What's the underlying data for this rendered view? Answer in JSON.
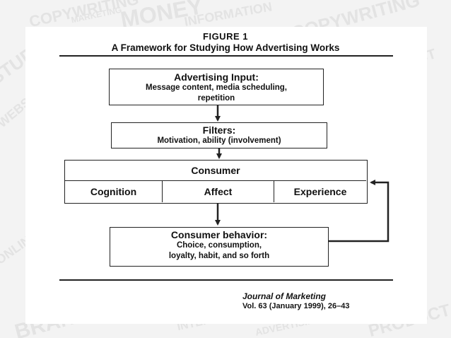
{
  "figure": {
    "label": "FIGURE 1",
    "title": "A Framework for Studying How Advertising Works"
  },
  "boxes": {
    "advertising_input": {
      "title": "Advertising Input:",
      "line1": "Message content, media scheduling,",
      "line2": "repetition"
    },
    "filters": {
      "title": "Filters:",
      "line1": "Motivation, ability (involvement)"
    },
    "consumer": {
      "title": "Consumer",
      "cells": [
        "Cognition",
        "Affect",
        "Experience"
      ]
    },
    "consumer_behavior": {
      "title": "Consumer behavior:",
      "line1": "Choice, consumption,",
      "line2": "loyalty, habit, and so forth"
    }
  },
  "citation": {
    "journal": "Journal of Marketing",
    "volume": "Vol. 63 (January 1999), 26–43"
  },
  "watermark_words": [
    "COPYWRITING",
    "MARKETING",
    "MONEY",
    "INFORMATION",
    "PRODUCT",
    "STUDIO",
    "WEBSITE",
    "ONLINE",
    "BRAND",
    "INTERNET",
    "ADVERTISING"
  ],
  "colors": {
    "line": "#222222",
    "background": "#f3f3f3",
    "watermark": "#e3e3e3"
  }
}
